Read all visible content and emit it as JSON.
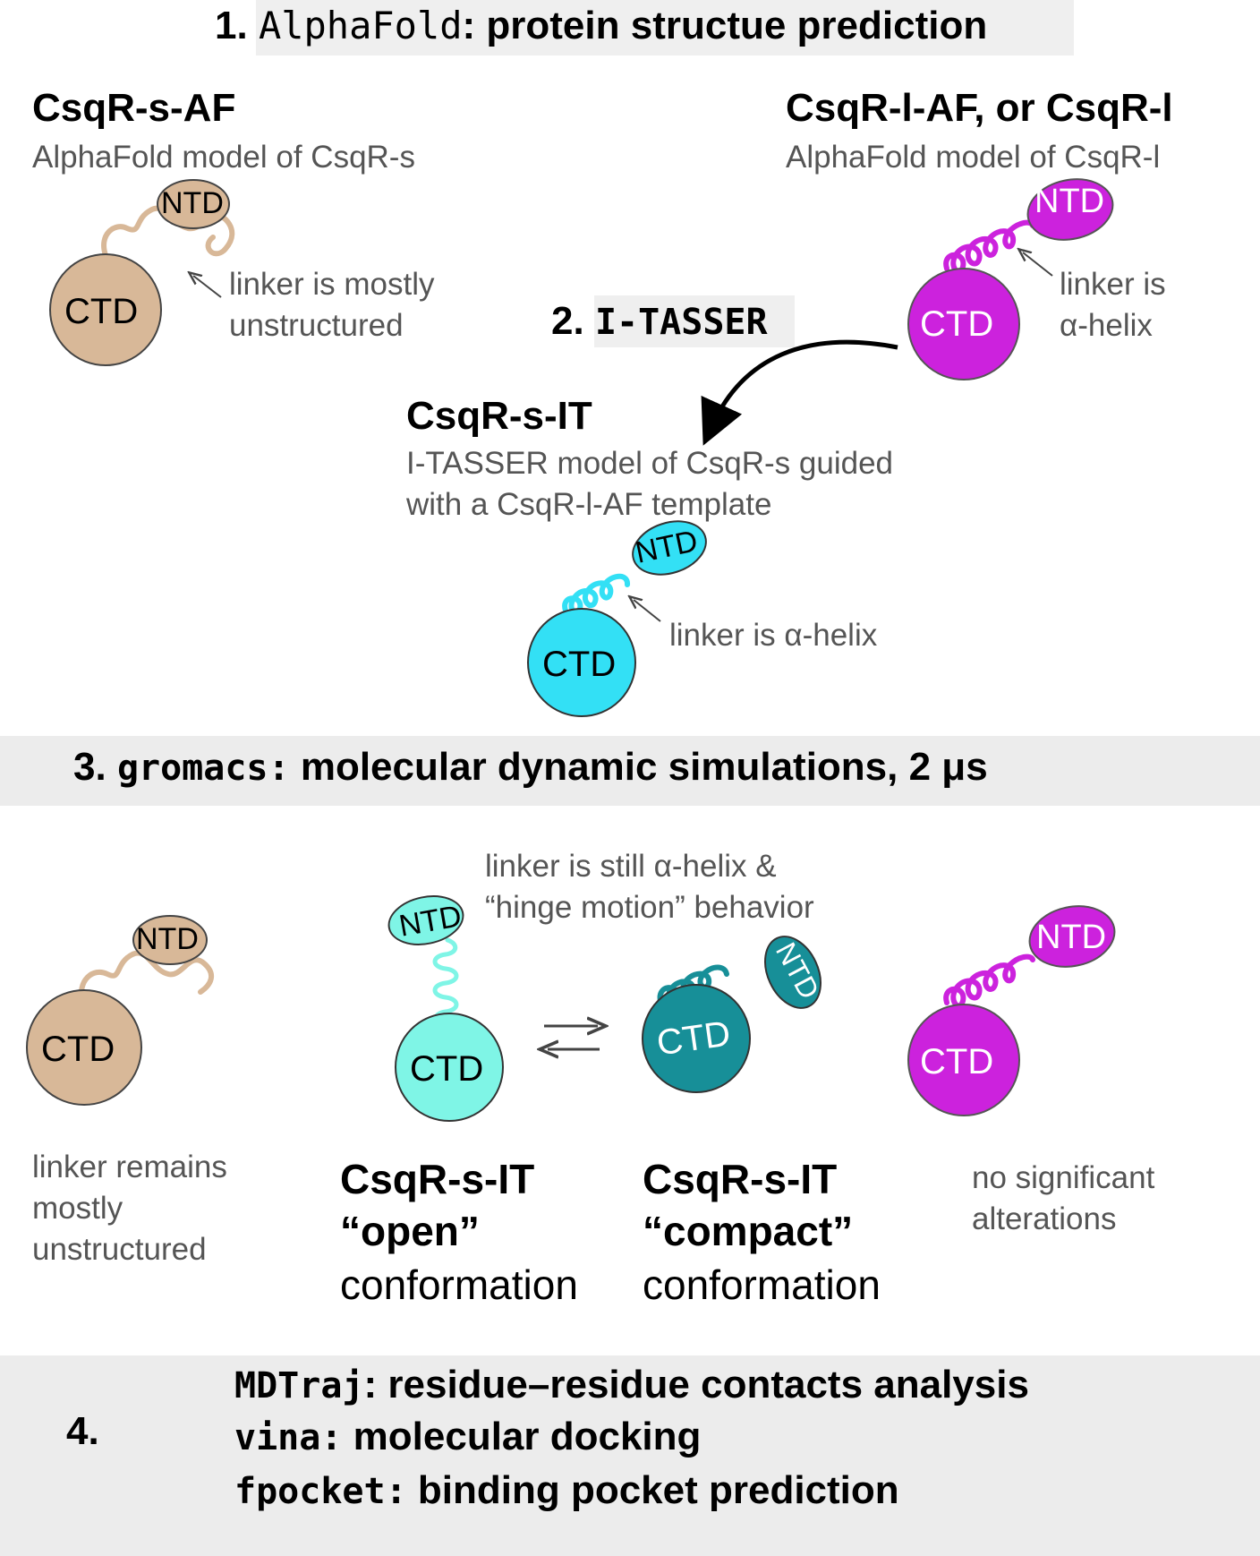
{
  "step1": {
    "number": "1.",
    "tool": "AlphaFold",
    "sep": ":",
    "title": "protein structue prediction"
  },
  "csqr_s_af": {
    "name": "CsqR-s-AF",
    "desc": "AlphaFold model of CsqR-s",
    "ntd": "NTD",
    "ctd": "CTD",
    "note_l1": "linker is mostly",
    "note_l2": "unstructured",
    "color": "#d8b898"
  },
  "csqr_l_af": {
    "name": "CsqR-l-AF, or CsqR-l",
    "desc": "AlphaFold model of CsqR-l",
    "ntd": "NTD",
    "ctd": "CTD",
    "note_l1": "linker is",
    "note_l2": "α-helix",
    "color": "#cc22dd"
  },
  "step2": {
    "number": "2.",
    "tool": "I-TASSER"
  },
  "csqr_s_it": {
    "name": "CsqR-s-IT",
    "desc_l1": "I-TASSER model of CsqR-s guided",
    "desc_l2": "with a CsqR-l-AF template",
    "ntd": "NTD",
    "ctd": "CTD",
    "note": "linker is α-helix",
    "color": "#33e0f5"
  },
  "step3": {
    "number": "3.",
    "tool": "gromacs:",
    "title": "molecular dynamic simulations, 2 μs"
  },
  "md": {
    "hinge_l1": "linker is still α-helix  &",
    "hinge_l2": "“hinge motion” behavior",
    "s_af": {
      "ntd": "NTD",
      "ctd": "CTD",
      "note_l1": "linker remains",
      "note_l2": "mostly",
      "note_l3": "unstructured"
    },
    "open": {
      "ntd": "NTD",
      "ctd": "CTD",
      "name": "CsqR-s-IT",
      "state": "“open”",
      "word": "conformation",
      "color": "#7ff5e6"
    },
    "compact": {
      "ntd": "NTD",
      "ctd": "CTD",
      "name": "CsqR-s-IT",
      "state": "“compact”",
      "word": "conformation",
      "color": "#178f98"
    },
    "l_af": {
      "ntd": "NTD",
      "ctd": "CTD",
      "note_l1": "no significant",
      "note_l2": "alterations"
    }
  },
  "step4": {
    "number": "4.",
    "lines": [
      {
        "tool": "MDTraj",
        "text": ": residue–residue contacts analysis"
      },
      {
        "tool": "vina:",
        "text": " molecular docking"
      },
      {
        "tool": "fpocket:",
        "text": " binding pocket prediction"
      }
    ]
  }
}
